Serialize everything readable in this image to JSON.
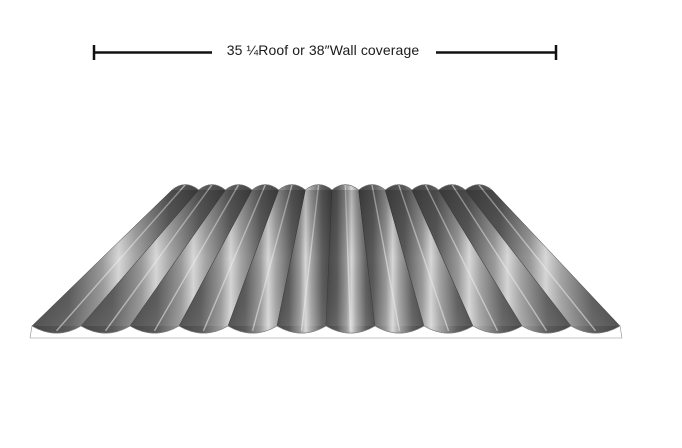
{
  "dimension": {
    "label": "35 ¼Roof or 38″Wall coverage"
  },
  "panel": {
    "name": "corrugated-metal-panel",
    "rib_count": 12,
    "colors": {
      "dark": "#3f3f3f",
      "mid": "#6e6e6e",
      "light": "#b9b9b9",
      "highlight": "#e6e6e6"
    }
  }
}
